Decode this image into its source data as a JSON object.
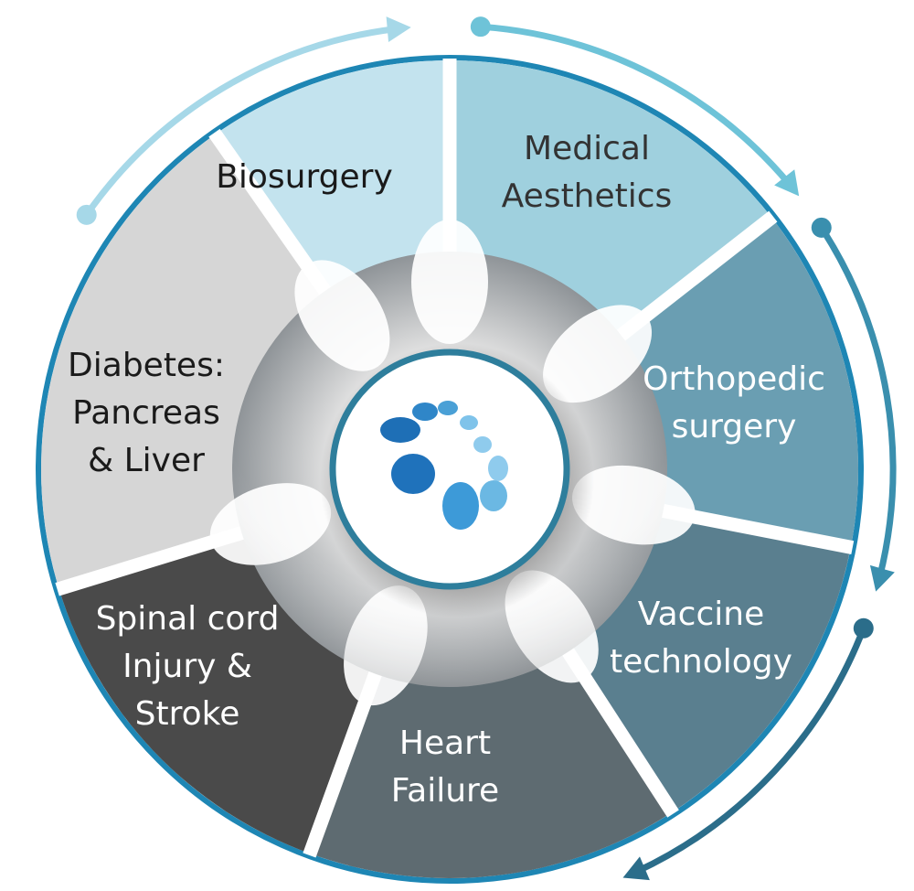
{
  "segments": [
    {
      "id": "biosurgery",
      "lines": [
        "Biosurgery"
      ],
      "fill": "#c3e3ee",
      "text_color": "#1a1a1a"
    },
    {
      "id": "medical-aesthetics",
      "lines": [
        "Medical",
        "Aesthetics"
      ],
      "fill": "#9fd0de",
      "text_color": "#333333"
    },
    {
      "id": "orthopedic-surgery",
      "lines": [
        "Orthopedic",
        "surgery"
      ],
      "fill": "#6a9eb2",
      "text_color": "#ffffff"
    },
    {
      "id": "vaccine-technology",
      "lines": [
        "Vaccine",
        "technology"
      ],
      "fill": "#5a7f8f",
      "text_color": "#ffffff"
    },
    {
      "id": "heart-failure",
      "lines": [
        "Heart",
        "Failure"
      ],
      "fill": "#5e6b71",
      "text_color": "#ffffff"
    },
    {
      "id": "spinal-cord",
      "lines": [
        "Spinal cord",
        "Injury &",
        "Stroke"
      ],
      "fill": "#4a4a4a",
      "text_color": "#ffffff"
    },
    {
      "id": "diabetes",
      "lines": [
        "Diabetes:",
        "Pancreas",
        "& Liver"
      ],
      "fill": "#d6d6d6",
      "text_color": "#1a1a1a"
    }
  ],
  "colors": {
    "ring": "#1e86b4",
    "center_ring": "#2e7e9c",
    "arrow_1": "#a6d8e8",
    "arrow_2": "#6ec3d8",
    "arrow_3": "#3a8fae",
    "arrow_4": "#2b6d8a",
    "logo_dark": "#1e6fb6",
    "logo_light": "#7fc3ea"
  },
  "icons": {
    "center_logo": "dotted-spiral-logo-icon"
  }
}
